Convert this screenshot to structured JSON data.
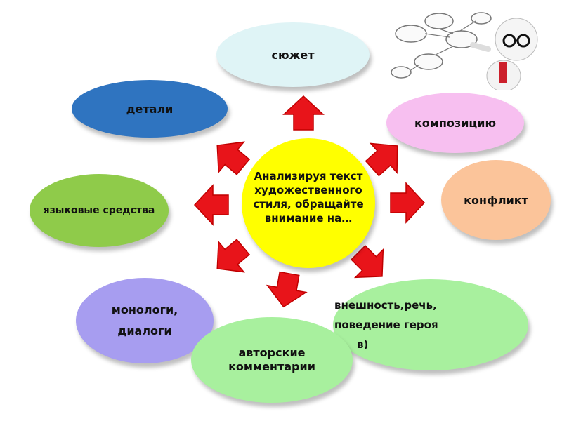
{
  "center": {
    "lines": [
      "Анализируя текст",
      "художественного",
      "стиля, обращайте",
      "внимание на…"
    ]
  },
  "nodes": {
    "plot": "сюжет",
    "details": "детали",
    "composition": "композицию",
    "language_means": "языковые средства",
    "conflict": "конфликт",
    "monologues": {
      "lines": [
        "монологи,",
        "диалоги"
      ]
    },
    "author_comments": {
      "lines": [
        "авторские",
        "комментарии"
      ]
    },
    "appearance": {
      "lines": [
        "внешность,речь,",
        "поведение героя",
        "в)"
      ]
    }
  },
  "colors": {
    "arrow": "#e8141a",
    "center": "#ffff00",
    "plot": "#dff4f6",
    "details": "#2f74c0",
    "composition": "#f7bff0",
    "language_means": "#8fcb4a",
    "conflict": "#fbc49a",
    "monologues": "#a79df0",
    "author_comments": "#a8f09e",
    "appearance": "#a8f09e"
  },
  "icons": {
    "cartoon": "thinking-man-with-cloud-icon",
    "arrow": "red-arrow-icon"
  }
}
